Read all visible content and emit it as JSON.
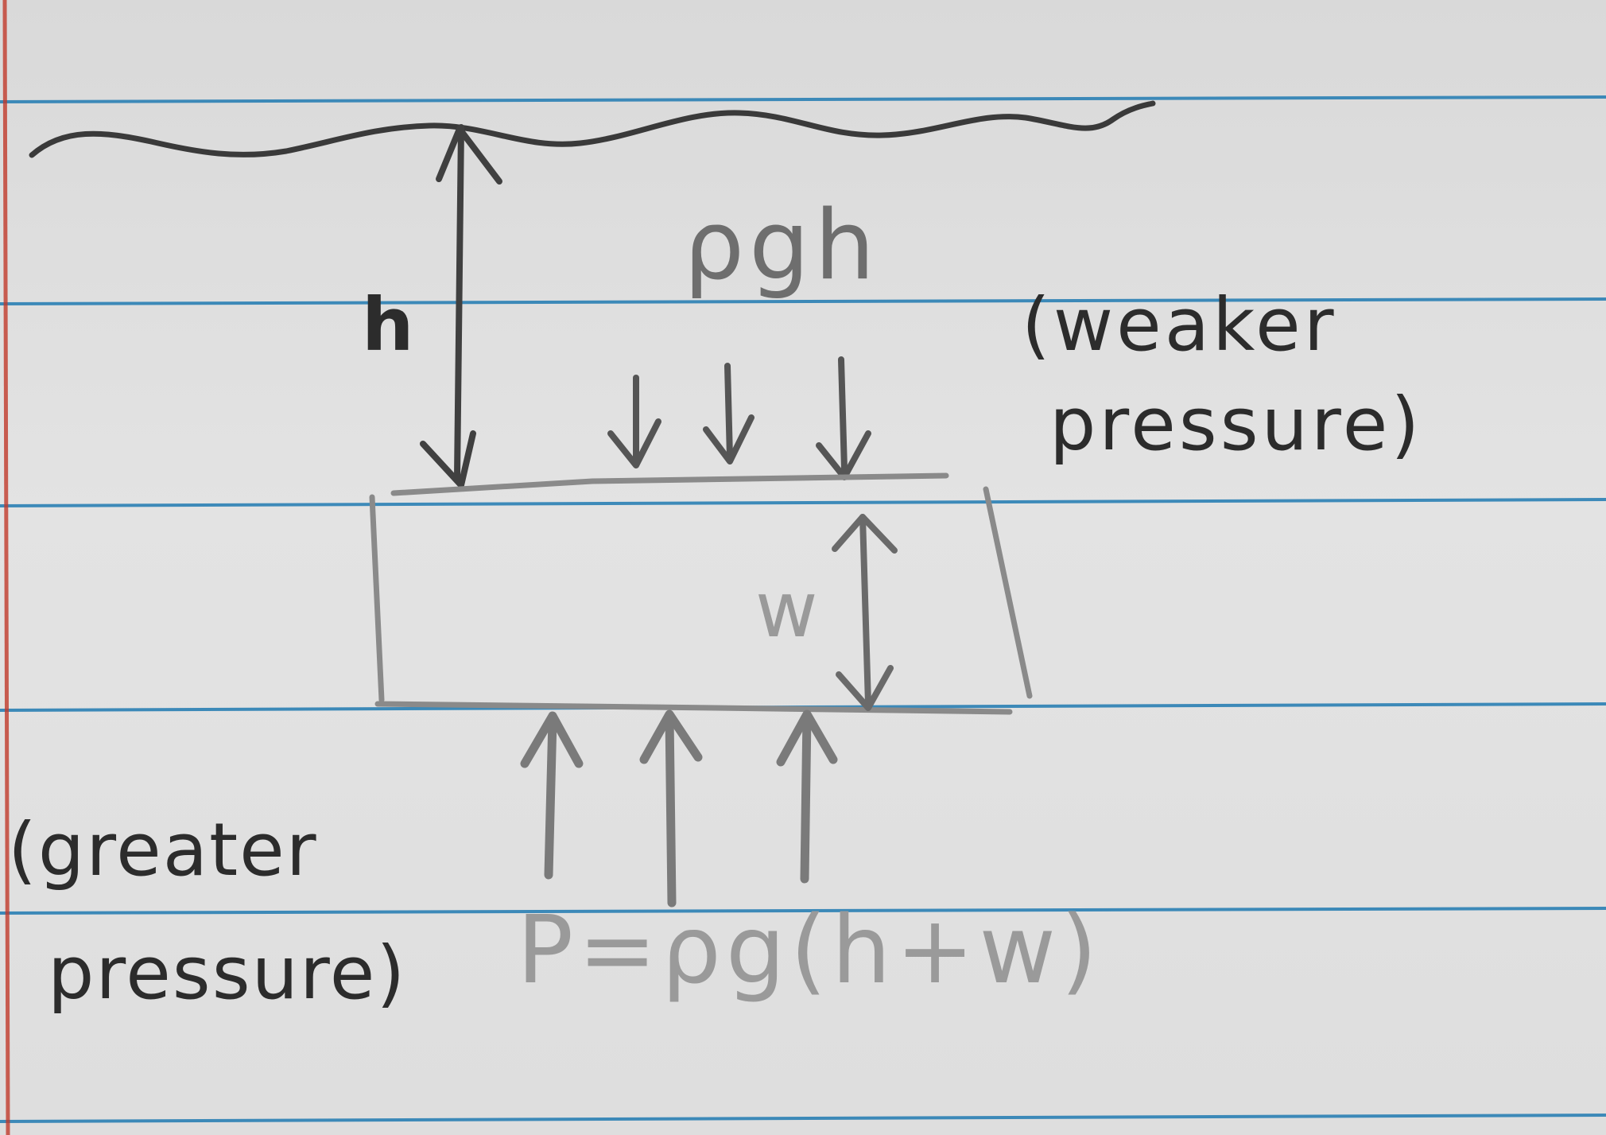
{
  "labels": {
    "depth": "h",
    "top_pressure": "ρgh",
    "top_note_line1": "(weaker",
    "top_note_line2": "pressure)",
    "block_height": "w",
    "bottom_note_line1": "(greater",
    "bottom_note_line2": "pressure)",
    "bottom_pressure": "P=ρg(h+w)"
  },
  "colors": {
    "paper": "#e0e0e0",
    "rule_line": "#2a7fb4",
    "margin_line": "#c0392b",
    "pencil_dark": "#2c2c2c",
    "pencil_mid": "#6e6e6e",
    "pencil_light": "#9a9a9a"
  }
}
